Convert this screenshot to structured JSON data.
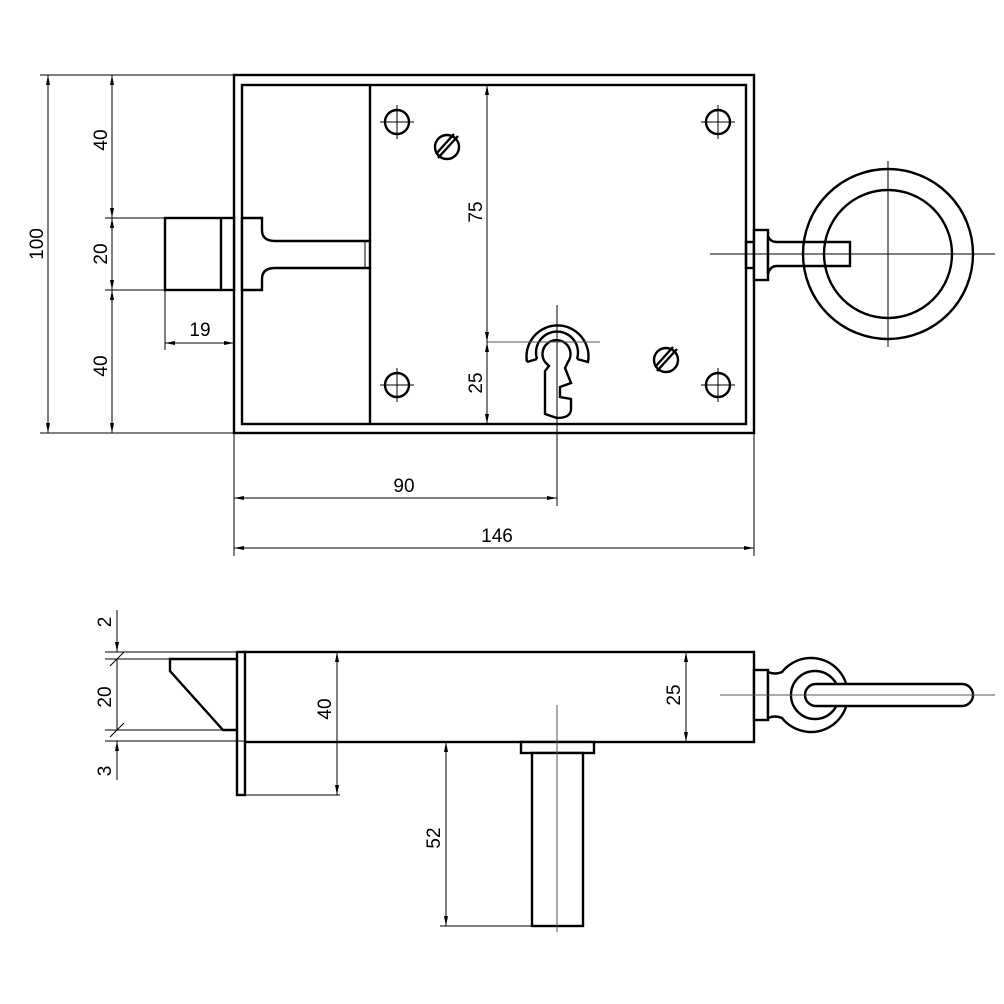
{
  "front_view": {
    "dimensions": {
      "total_height": "100",
      "top": "40",
      "bolt_height": "20",
      "bottom": "40",
      "bolt_projection": "19",
      "upper_inner": "75",
      "lower_inner": "25",
      "keyhole_offset": "90",
      "total_width": "146"
    }
  },
  "side_view": {
    "dimensions": {
      "top_gap": "2",
      "latch_height": "20",
      "bottom_gap": "3",
      "plate_height": "40",
      "case_depth": "25",
      "spindle_length": "52"
    }
  },
  "colors": {
    "line": "#000000",
    "background": "#ffffff"
  }
}
